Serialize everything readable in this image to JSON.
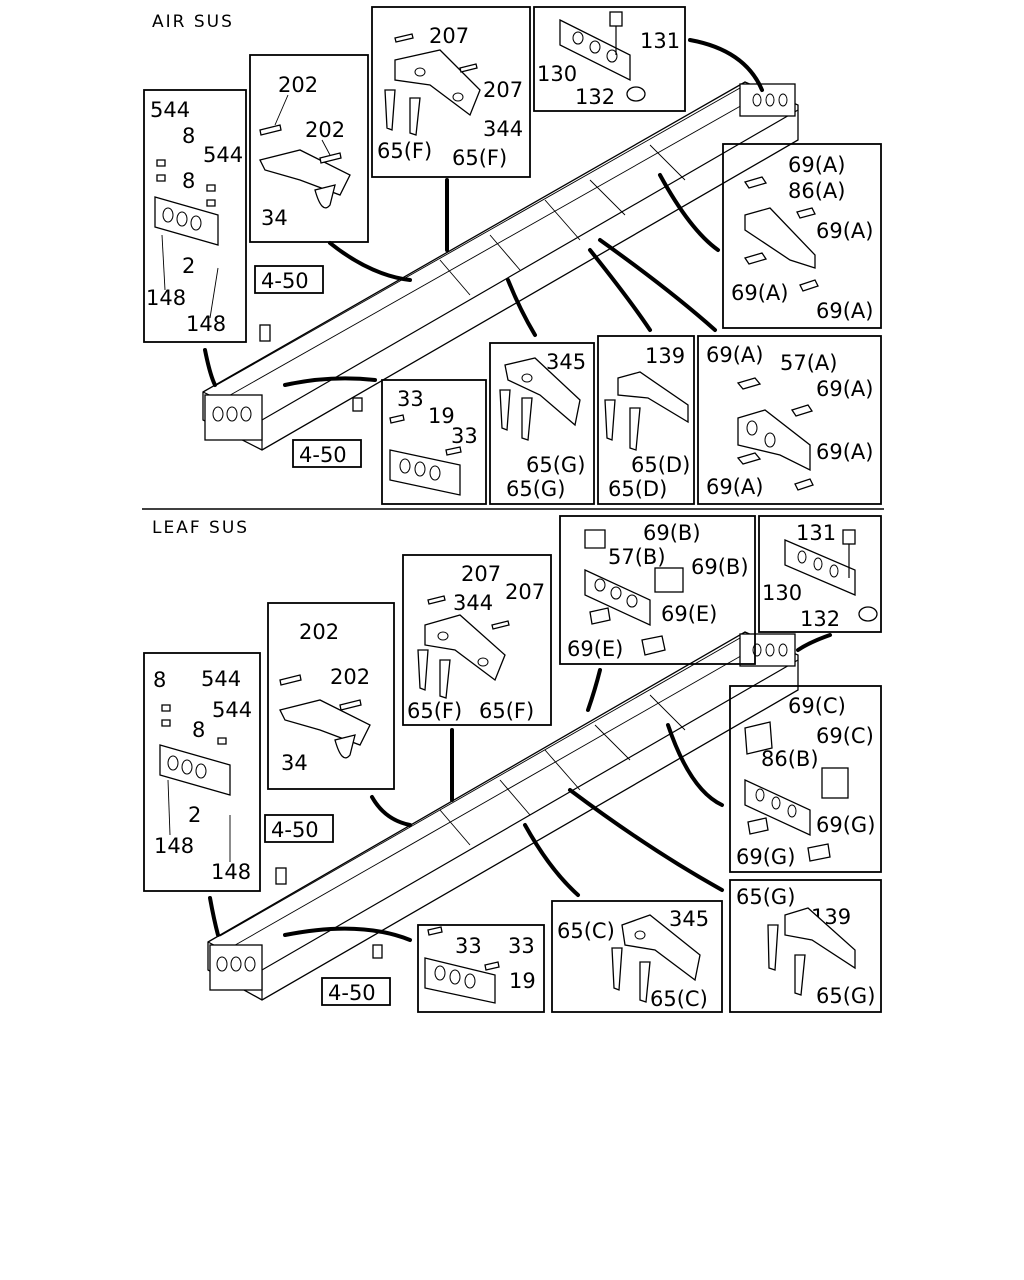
{
  "sections": [
    {
      "id": "air",
      "title": "AIR SUS",
      "refs": [
        "4-50",
        "4-50"
      ],
      "callouts": [
        "544",
        "8",
        "544",
        "8",
        "2",
        "148",
        "148",
        "202",
        "202",
        "34",
        "207",
        "207",
        "344",
        "65(F)",
        "65(F)",
        "131",
        "130",
        "132",
        "69(A)",
        "86(A)",
        "69(A)",
        "69(A)",
        "69(A)",
        "33",
        "19",
        "33",
        "345",
        "65(G)",
        "65(G)",
        "139",
        "65(D)",
        "65(D)",
        "69(A)",
        "57(A)",
        "69(A)",
        "69(A)",
        "69(A)"
      ]
    },
    {
      "id": "leaf",
      "title": "LEAF SUS",
      "refs": [
        "4-50",
        "4-50"
      ],
      "callouts": [
        "8",
        "544",
        "8",
        "544",
        "2",
        "148",
        "148",
        "202",
        "202",
        "34",
        "207",
        "344",
        "207",
        "65(F)",
        "65(F)",
        "69(B)",
        "57(B)",
        "69(B)",
        "69(E)",
        "69(E)",
        "131",
        "130",
        "132",
        "69(C)",
        "69(C)",
        "86(B)",
        "69(G)",
        "69(G)",
        "33",
        "33",
        "19",
        "65(C)",
        "345",
        "65(C)",
        "65(G)",
        "139",
        "65(G)"
      ]
    }
  ]
}
